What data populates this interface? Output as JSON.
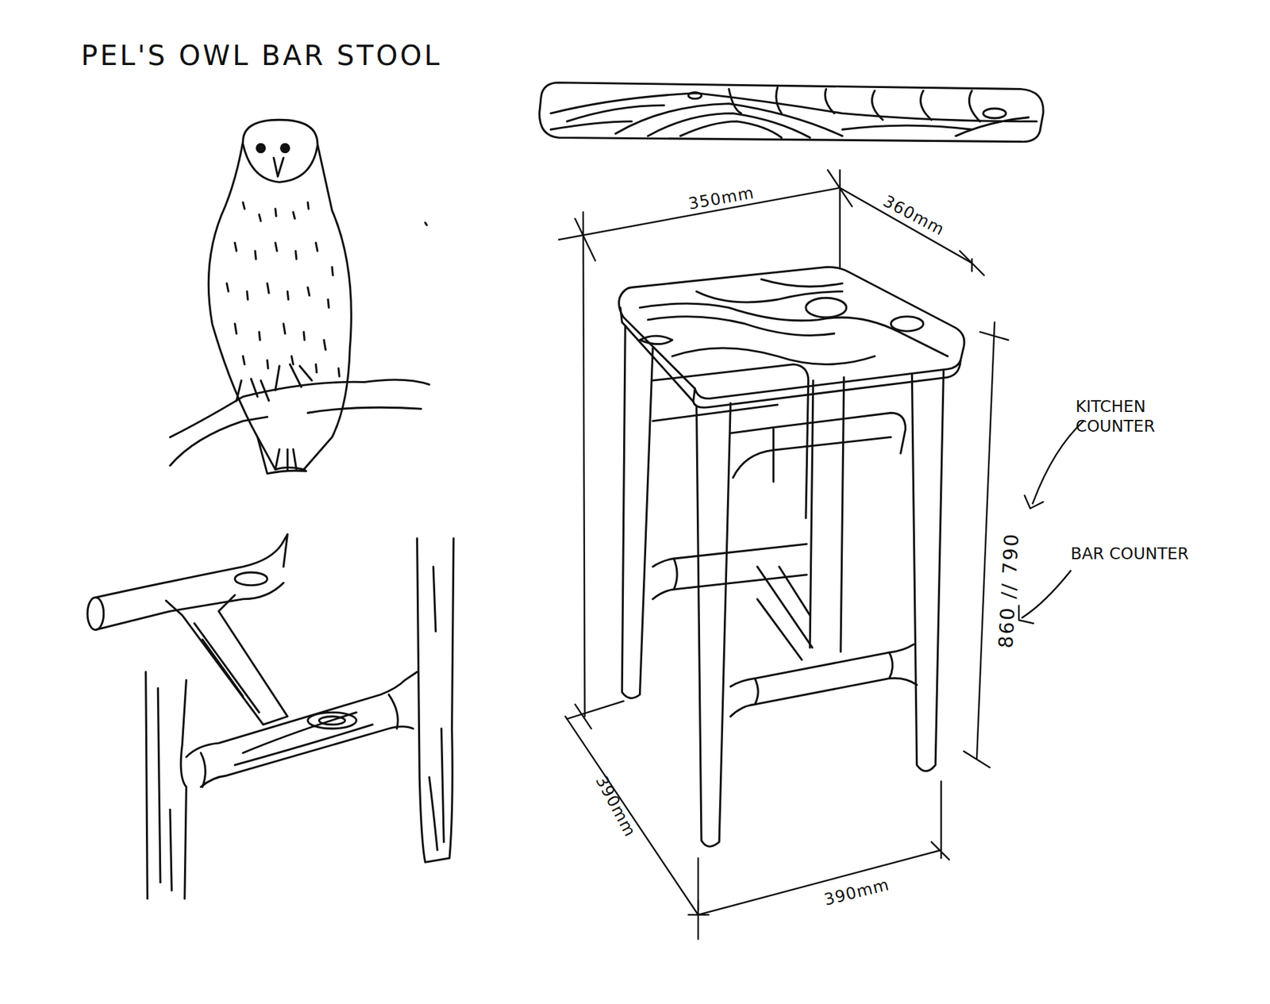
{
  "diagram": {
    "title": "PEL'S OWL BAR STOOL",
    "labels": [
      "350mm",
      "360mm",
      "390mm",
      "390mm",
      "860 // 790",
      "KITCHEN COUNTER",
      "BAR COUNTER"
    ]
  }
}
